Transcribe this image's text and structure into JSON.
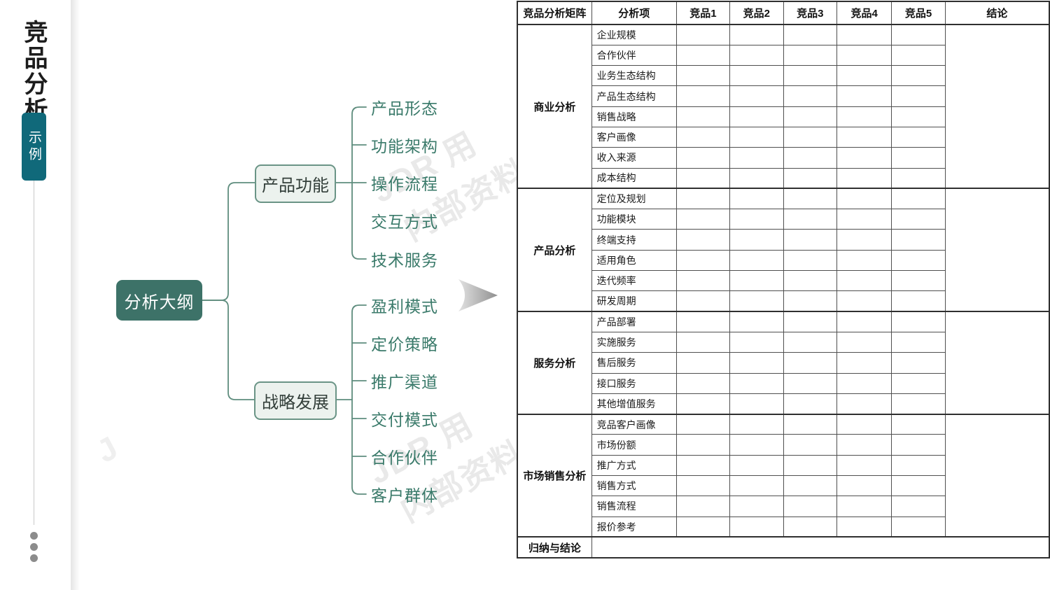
{
  "page": {
    "vertical_title": "竞品分析",
    "badge_label": "示例"
  },
  "watermark": {
    "line1": "JDR 用",
    "line2": "内部资料",
    "fragment": "J"
  },
  "mindmap": {
    "root": "分析大纲",
    "branches": [
      {
        "label": "产品功能",
        "children": [
          "产品形态",
          "功能架构",
          "操作流程",
          "交互方式",
          "技术服务"
        ]
      },
      {
        "label": "战略发展",
        "children": [
          "盈利模式",
          "定价策略",
          "推广渠道",
          "交付模式",
          "合作伙伴",
          "客户群体"
        ]
      }
    ]
  },
  "arrow": {
    "direction": "right"
  },
  "table": {
    "headers": [
      "竞品分析矩阵",
      "分析项",
      "竞品1",
      "竞品2",
      "竞品3",
      "竞品4",
      "竞品5",
      "结论"
    ],
    "groups": [
      {
        "name": "商业分析",
        "items": [
          "企业规模",
          "合作伙伴",
          "业务生态结构",
          "产品生态结构",
          "销售战略",
          "客户画像",
          "收入来源",
          "成本结构"
        ]
      },
      {
        "name": "产品分析",
        "items": [
          "定位及规划",
          "功能模块",
          "终端支持",
          "适用角色",
          "迭代频率",
          "研发周期"
        ]
      },
      {
        "name": "服务分析",
        "items": [
          "产品部署",
          "实施服务",
          "售后服务",
          "接口服务",
          "其他增值服务"
        ]
      },
      {
        "name": "市场销售分析",
        "items": [
          "竞品客户画像",
          "市场份额",
          "推广方式",
          "销售方式",
          "销售流程",
          "报价参考"
        ]
      }
    ],
    "footer": "归纳与结论"
  },
  "colors": {
    "root_node_fill": "#3d7268",
    "badge_fill": "#10697a",
    "branch_node_fill": "#ecf2ee",
    "branch_node_border": "#6a9486",
    "leaf_text": "#3a7a6a",
    "connector": "#5f8d7e",
    "table_border_thick": "#2f2f2f",
    "table_border_thin": "#4f4f4f",
    "watermark": "#e9e9e9",
    "dot": "#8c8c8c"
  }
}
